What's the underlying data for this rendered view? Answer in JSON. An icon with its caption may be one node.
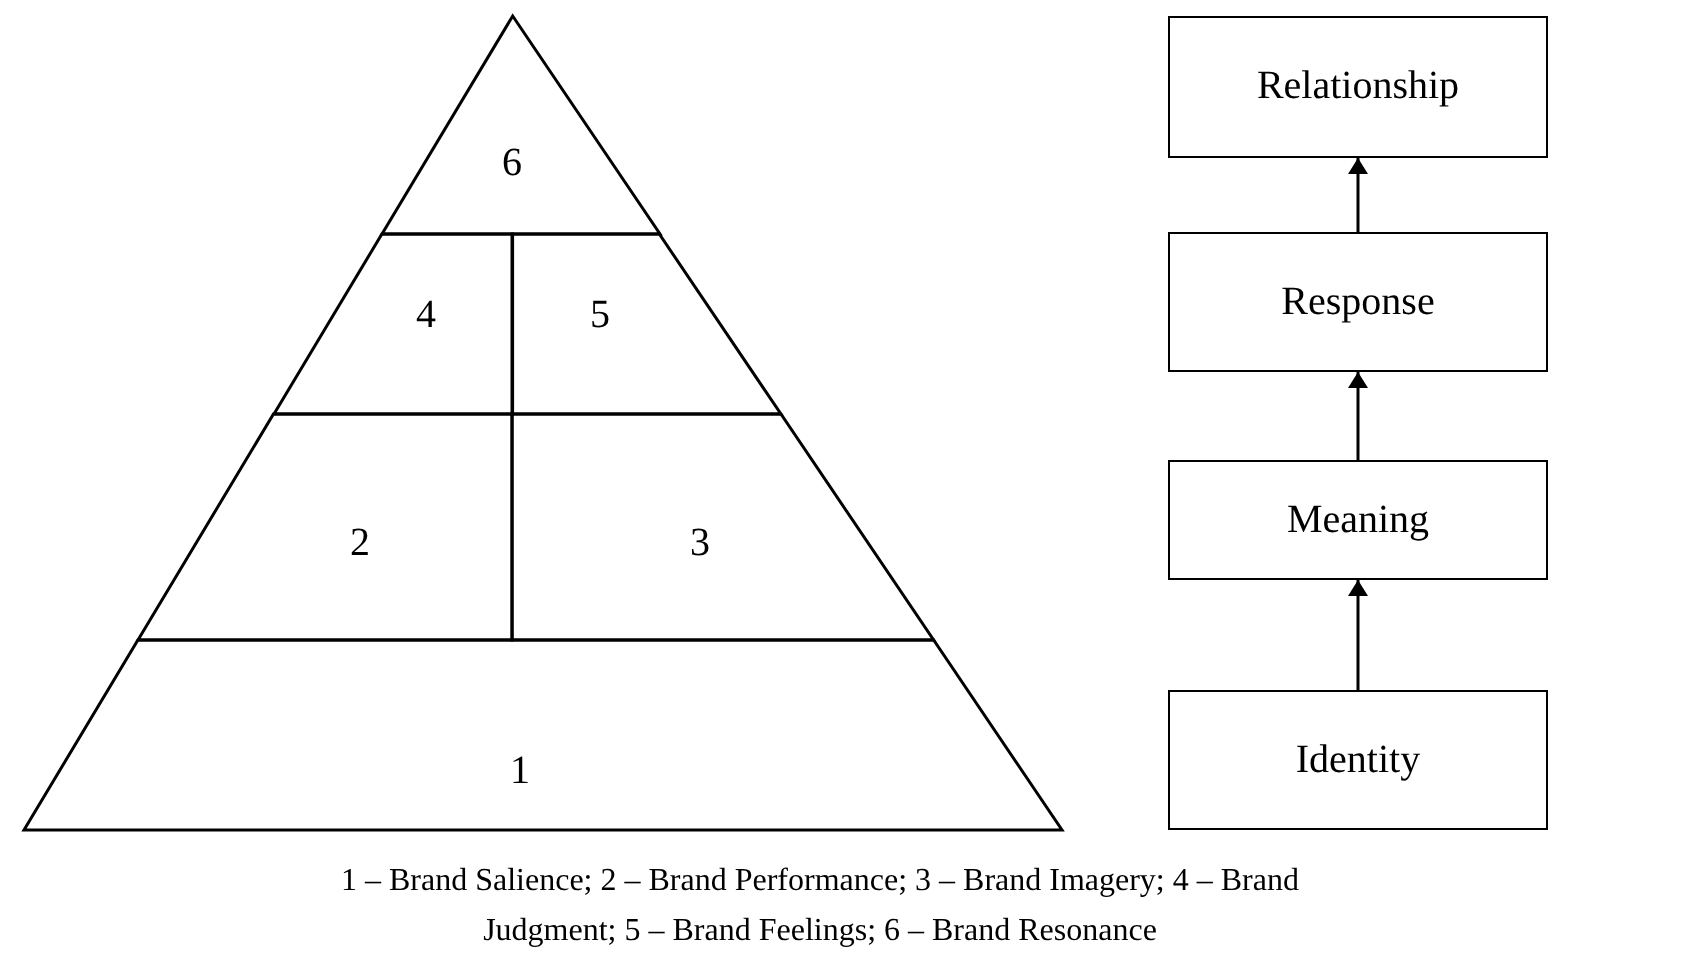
{
  "diagram": {
    "caption": "1 – Brand Salience; 2 – Brand Performance; 3 – Brand Imagery; 4 – Brand Judgment; 5 – Brand Feelings; 6 – Brand Resonance",
    "nodes": [
      {
        "text": [
          "6"
        ]
      },
      {
        "text": [
          "4"
        ]
      },
      {
        "text": [
          "5"
        ]
      },
      {
        "text": [
          "2"
        ]
      },
      {
        "text": [
          "3"
        ]
      },
      {
        "text": [
          "1"
        ]
      },
      {
        "text": [
          "Relationship"
        ]
      },
      {
        "text": [
          "Response"
        ]
      },
      {
        "text": [
          "Meaning"
        ]
      },
      {
        "text": [
          "Identity"
        ]
      }
    ],
    "edges": [
      {
        "from": 9,
        "to": 8,
        "arrow": "to"
      },
      {
        "from": 8,
        "to": 7,
        "arrow": "to"
      },
      {
        "from": 7,
        "to": 6,
        "arrow": "to"
      }
    ]
  }
}
